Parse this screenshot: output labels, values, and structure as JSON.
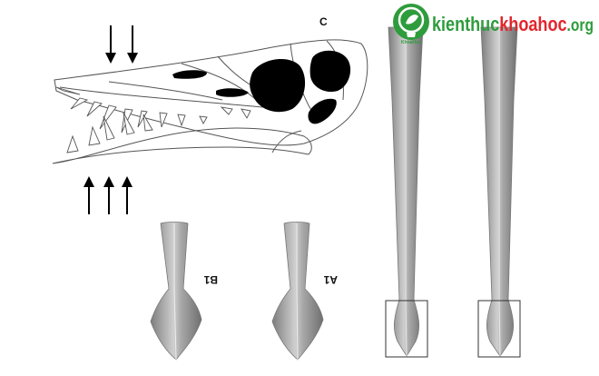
{
  "labels": {
    "skull": "C",
    "tooth_b": "B1",
    "tooth_a": "A1"
  },
  "watermark": {
    "brand": "KhoaHoc",
    "name_a": "kienthuc",
    "name_b": "khoahoc",
    "domain": ".org"
  },
  "colors": {
    "arrow": "#000000",
    "fenestra": "#000000",
    "outline": "#555555",
    "tooth_fill": "#9a9a9a",
    "brand_green": "#2e9c3c",
    "brand_red": "#e3262d"
  },
  "icons": {
    "logo": "bulb-leaf-icon",
    "arrows": "arrow-icon"
  }
}
